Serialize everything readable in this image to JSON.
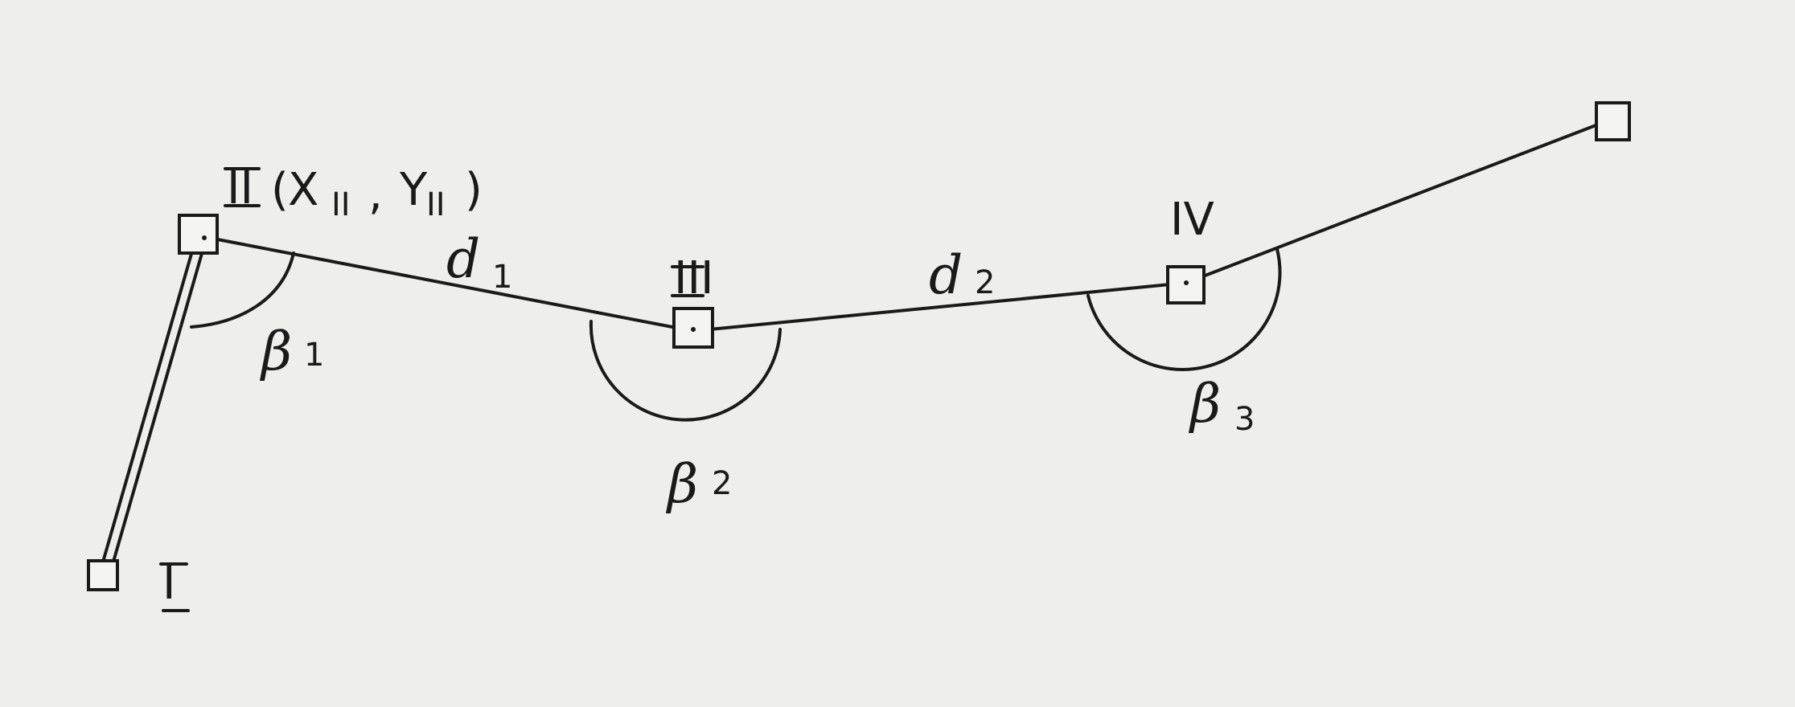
{
  "diagram": {
    "stations": {
      "I": "I",
      "II": "II",
      "III": "III",
      "IV": "IV"
    },
    "coordinates": {
      "x": "X",
      "x_sub": "II",
      "y": "Y",
      "y_sub": "II"
    },
    "distances": [
      {
        "symbol": "d",
        "sub": "1"
      },
      {
        "symbol": "d",
        "sub": "2"
      }
    ],
    "angles": [
      {
        "symbol": "β",
        "sub": "1"
      },
      {
        "symbol": "β",
        "sub": "2"
      },
      {
        "symbol": "β",
        "sub": "3"
      }
    ]
  }
}
